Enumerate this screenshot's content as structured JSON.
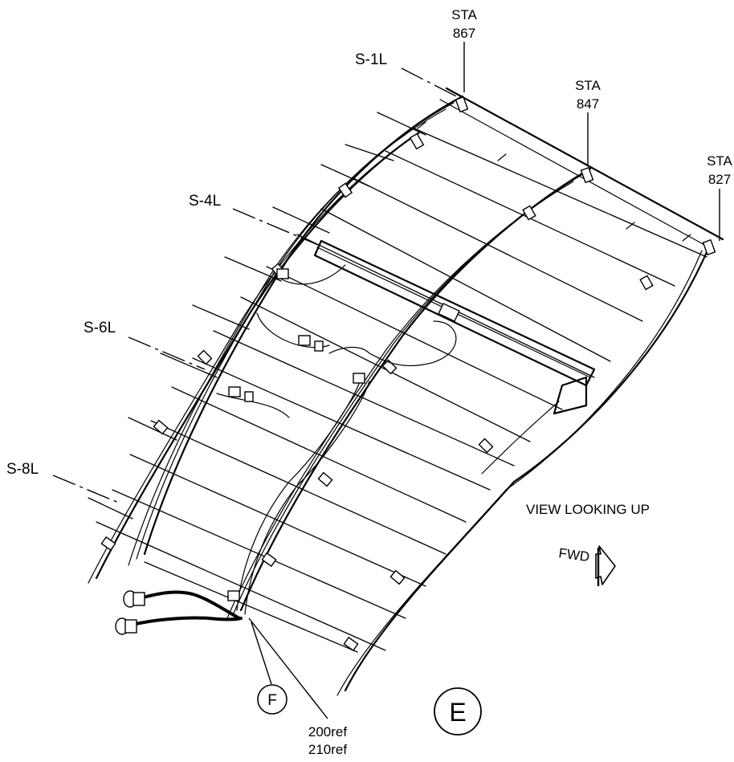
{
  "stations": [
    {
      "line1": "STA",
      "line2": "867"
    },
    {
      "line1": "STA",
      "line2": "847"
    },
    {
      "line1": "STA",
      "line2": "827"
    }
  ],
  "stringers": [
    "S-1L",
    "S-4L",
    "S-6L",
    "S-8L"
  ],
  "view_label": "VIEW LOOKING UP",
  "fwd_label": "FWD",
  "callouts": {
    "f_letter": "F",
    "e_letter": "E"
  },
  "refs": [
    "200ref",
    "210ref"
  ]
}
